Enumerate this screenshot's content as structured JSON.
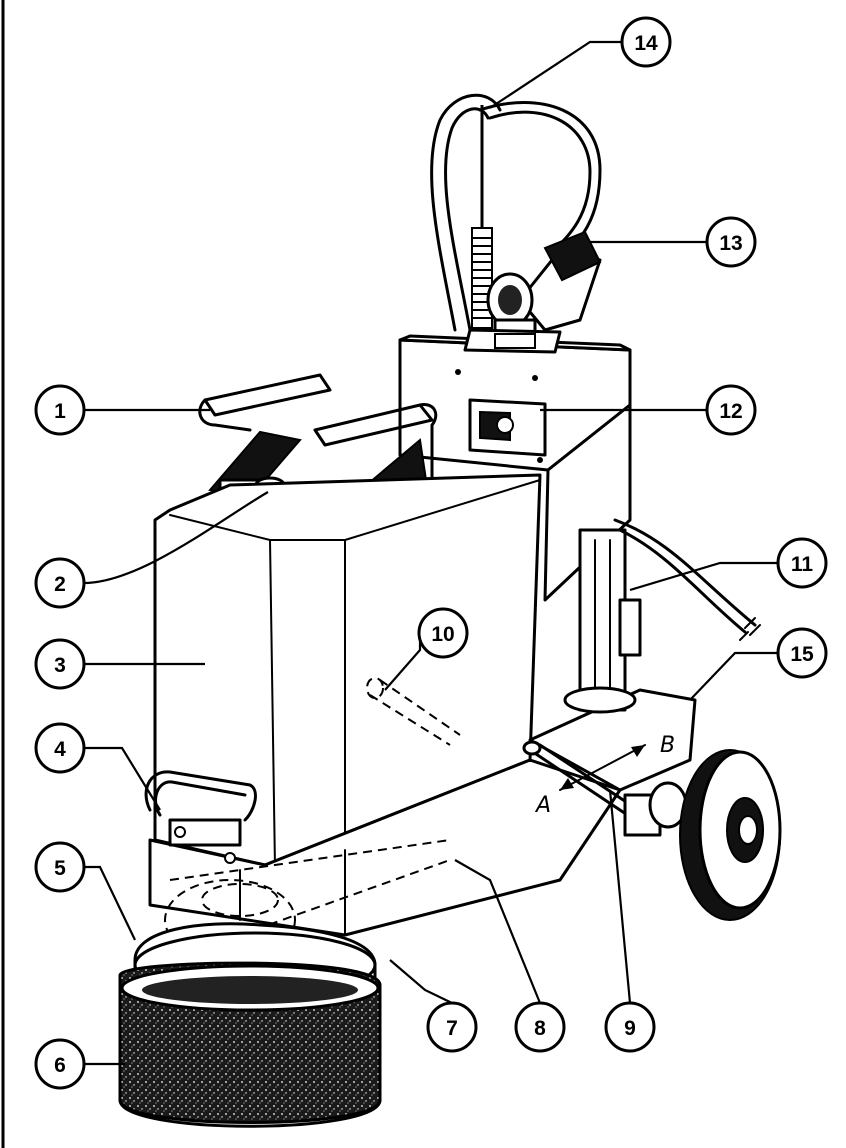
{
  "colors": {
    "ink": "#000000",
    "paper": "#ffffff",
    "grit": "#111111"
  },
  "direction_labels": {
    "a": "A",
    "b": "B"
  },
  "callouts": [
    {
      "num": "1"
    },
    {
      "num": "2"
    },
    {
      "num": "3"
    },
    {
      "num": "4"
    },
    {
      "num": "5"
    },
    {
      "num": "6"
    },
    {
      "num": "7"
    },
    {
      "num": "8"
    },
    {
      "num": "9"
    },
    {
      "num": "10"
    },
    {
      "num": "11"
    },
    {
      "num": "12"
    },
    {
      "num": "13"
    },
    {
      "num": "14"
    },
    {
      "num": "15"
    }
  ]
}
